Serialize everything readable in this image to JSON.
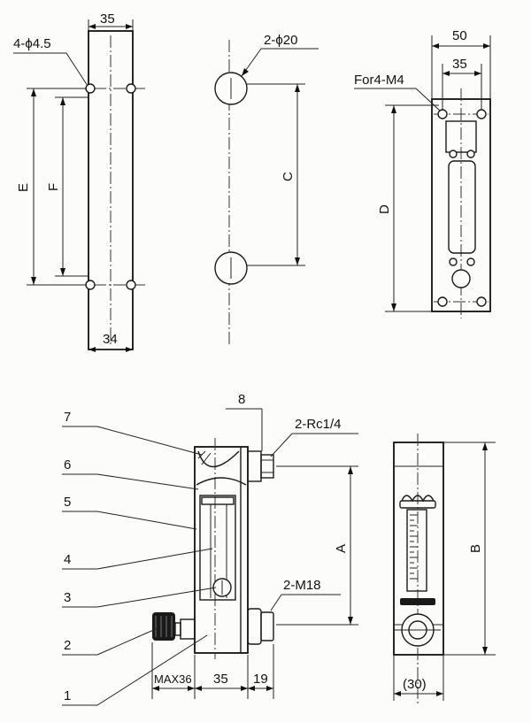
{
  "top_left_view": {
    "dim_width_top": "35",
    "dim_holes": "4-ϕ4.5",
    "dim_E": "E",
    "dim_F": "F",
    "dim_width_bottom": "34"
  },
  "top_center_view": {
    "dim_holes": "2-ϕ20",
    "dim_C": "C"
  },
  "top_right_view": {
    "dim_width_outer": "50",
    "dim_width_inner": "35",
    "dim_threads": "For4-M4",
    "dim_D": "D"
  },
  "bottom_left_view": {
    "callouts": [
      "1",
      "2",
      "3",
      "4",
      "5",
      "6",
      "7",
      "8"
    ],
    "dim_inlet": "2-Rc1/4",
    "dim_outlet": "2-M18",
    "dim_A": "A",
    "dim_max": "MAX36",
    "dim_body": "35",
    "dim_fitting": "19"
  },
  "bottom_right_view": {
    "dim_B": "B",
    "dim_width": "(30)"
  }
}
